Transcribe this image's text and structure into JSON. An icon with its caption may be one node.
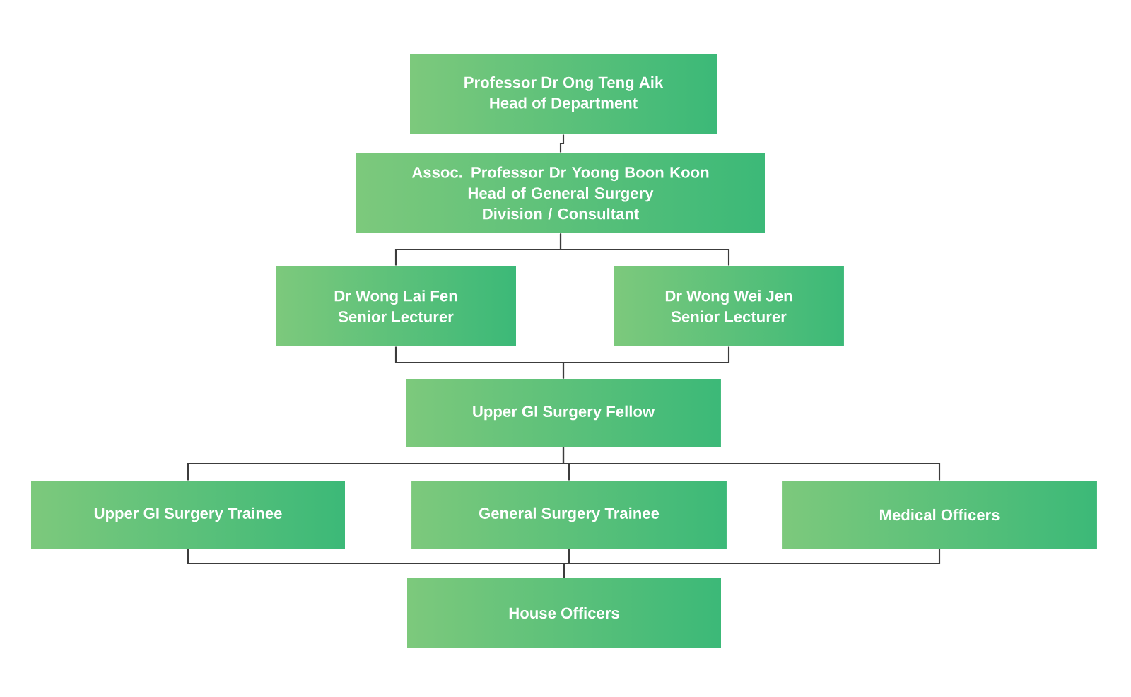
{
  "diagram": {
    "nodes": [
      {
        "text": [
          "Professor Dr Ong Teng Aik",
          "Head of Department"
        ]
      },
      {
        "text": [
          "Assoc. Professor Dr Yoong Boon Koon",
          "Head of General Surgery Division / Consultant"
        ]
      },
      {
        "text": [
          "Dr Wong Lai Fen",
          "Senior Lecturer"
        ]
      },
      {
        "text": [
          "Dr Wong Wei Jen",
          "Senior Lecturer"
        ]
      },
      {
        "text": [
          "Upper GI Surgery Fellow"
        ]
      },
      {
        "text": [
          "Upper GI Surgery Trainee"
        ]
      },
      {
        "text": [
          "General Surgery Trainee"
        ]
      },
      {
        "text": [
          "Medical Officers"
        ]
      },
      {
        "text": [
          "House Officers"
        ]
      }
    ],
    "edges": [
      {
        "from": 0,
        "to": 1,
        "arrow": "none"
      },
      {
        "from": 1,
        "to": 2,
        "arrow": "none"
      },
      {
        "from": 1,
        "to": 3,
        "arrow": "none"
      },
      {
        "from": 2,
        "to": 4,
        "arrow": "none"
      },
      {
        "from": 3,
        "to": 4,
        "arrow": "none"
      },
      {
        "from": 4,
        "to": 5,
        "arrow": "none"
      },
      {
        "from": 4,
        "to": 6,
        "arrow": "none"
      },
      {
        "from": 4,
        "to": 7,
        "arrow": "none"
      },
      {
        "from": 5,
        "to": 8,
        "arrow": "none"
      },
      {
        "from": 6,
        "to": 8,
        "arrow": "none"
      },
      {
        "from": 7,
        "to": 8,
        "arrow": "none"
      }
    ]
  }
}
